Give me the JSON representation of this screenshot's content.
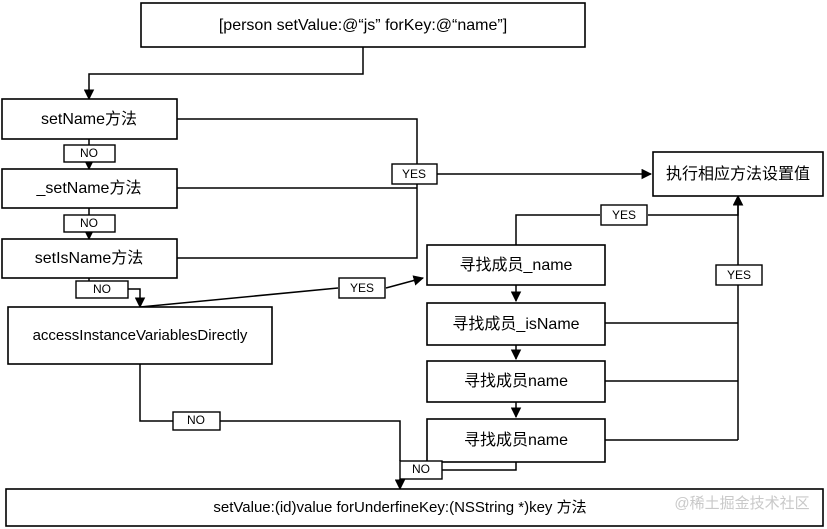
{
  "diagram": {
    "title": "KVC setValue forKey resolution flowchart",
    "background_color": "#ffffff",
    "stroke_color": "#000000",
    "watermark": "@稀土掘金技术社区",
    "nodes": {
      "entry": "[person setValue:@“js” forKey:@“name”]",
      "set_name": "setName方法",
      "underscore_set_name": "_setName方法",
      "set_is_name": "setIsName方法",
      "access_ivars": "accessInstanceVariablesDirectly",
      "ivar_underscore_name": "寻找成员_name",
      "ivar_underscore_is_name": "寻找成员_isName",
      "ivar_name_1": "寻找成员name",
      "ivar_name_2": "寻找成员name",
      "execute": "执行相应方法设置值",
      "undefined_key": "setValue:(id)value forUnderfineKey:(NSString *)key 方法"
    },
    "edge_labels": {
      "no_set_name": "NO",
      "no_underscore_set_name": "NO",
      "no_set_is_name": "NO",
      "yes_setters": "YES",
      "yes_access_ivars": "YES",
      "yes_ivar_found": "YES",
      "yes_ivar_right": "YES",
      "no_access_ivars": "NO",
      "no_last_ivar": "NO"
    }
  }
}
